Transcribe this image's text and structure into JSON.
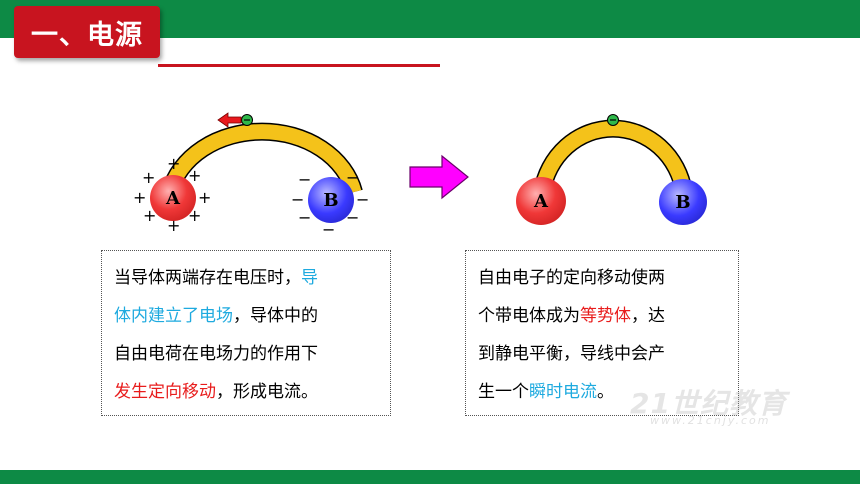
{
  "slide": {
    "title": "一、电源"
  },
  "left_diagram": {
    "sphere_a_label": "A",
    "sphere_b_label": "B",
    "positive_sign": "+",
    "negative_sign": "−"
  },
  "right_diagram": {
    "sphere_a_label": "A",
    "sphere_b_label": "B"
  },
  "left_text": {
    "lines": [
      [
        {
          "t": "当导体两端存在电压时，",
          "c": ""
        },
        {
          "t": "导",
          "c": "blue"
        }
      ],
      [
        {
          "t": "体内建立了电场",
          "c": "blue"
        },
        {
          "t": "，导体中的",
          "c": ""
        }
      ],
      [
        {
          "t": "自由电荷在电场力的作用下",
          "c": ""
        }
      ],
      [
        {
          "t": "发生定向移动",
          "c": "red"
        },
        {
          "t": "，形成电流。",
          "c": ""
        }
      ]
    ]
  },
  "right_text": {
    "lines": [
      [
        {
          "t": "自由电子的定向移动使两",
          "c": ""
        }
      ],
      [
        {
          "t": "个带电体成为",
          "c": ""
        },
        {
          "t": "等势体",
          "c": "red"
        },
        {
          "t": "，达",
          "c": ""
        }
      ],
      [
        {
          "t": "到静电平衡，导线中会产",
          "c": ""
        }
      ],
      [
        {
          "t": "生一个",
          "c": ""
        },
        {
          "t": "瞬时电流",
          "c": "blue"
        },
        {
          "t": "。",
          "c": ""
        }
      ]
    ]
  },
  "watermark": {
    "text": "21世纪教育",
    "sub": "www.21cnjy.com"
  },
  "colors": {
    "green": "#0d8a45",
    "red": "#c8141f",
    "wire_fill": "#f4c21a",
    "arrow_magenta": "#ff00ff"
  }
}
